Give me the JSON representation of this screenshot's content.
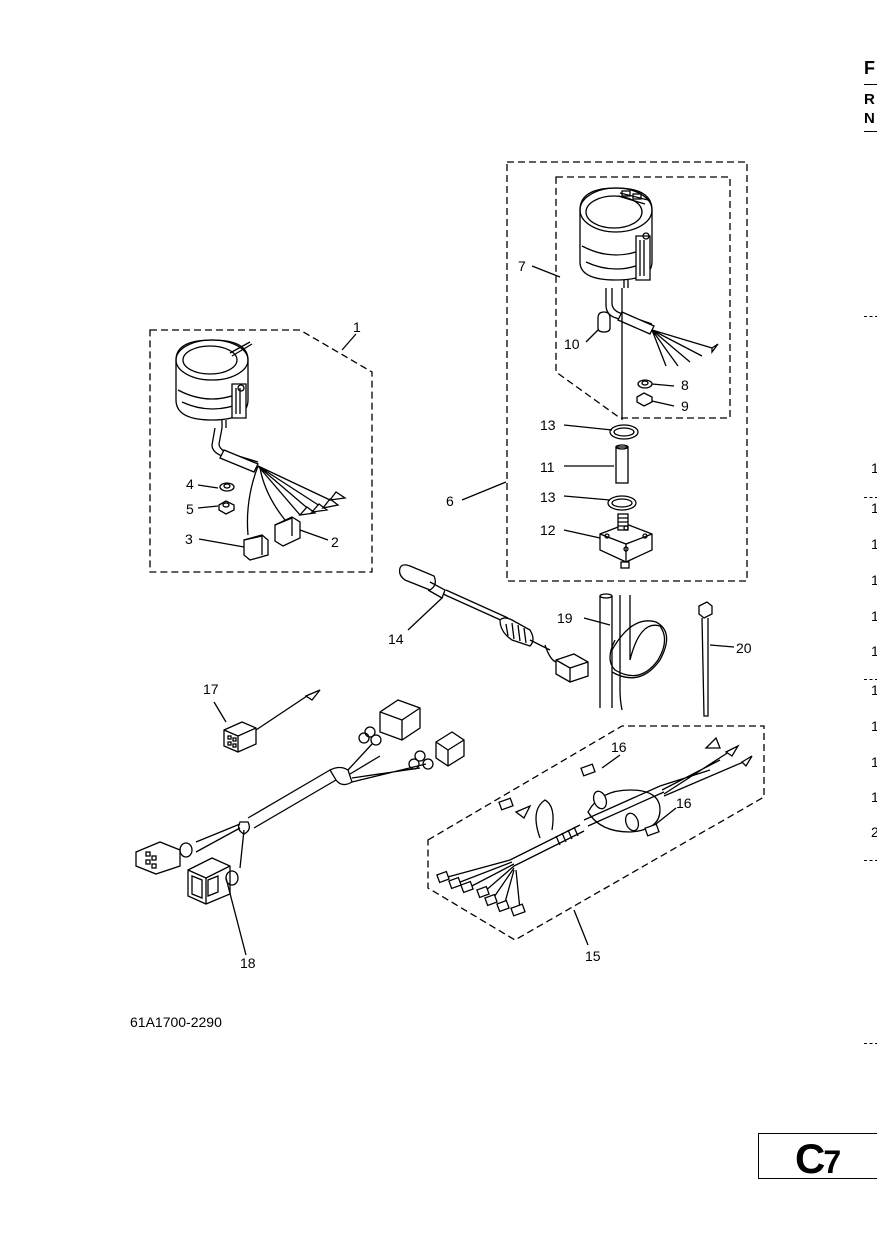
{
  "header": {
    "col1": "F",
    "col2a": "R",
    "col2b": "N"
  },
  "diagram_code": "61A1700-2290",
  "page": {
    "letter": "C",
    "number": "7"
  },
  "callouts": {
    "c1": "1",
    "c2": "2",
    "c3": "3",
    "c4": "4",
    "c5": "5",
    "c6": "6",
    "c7": "7",
    "c8": "8",
    "c9": "9",
    "c10": "10",
    "c11": "11",
    "c12": "12",
    "c13a": "13",
    "c13b": "13",
    "c14": "14",
    "c15": "15",
    "c16a": "16",
    "c16b": "16",
    "c17": "17",
    "c18": "18",
    "c19": "19",
    "c20": "20"
  },
  "edge_refs": [
    "1",
    "1",
    "1",
    "1",
    "1",
    "1",
    "1",
    "1",
    "1",
    "1",
    "2"
  ]
}
